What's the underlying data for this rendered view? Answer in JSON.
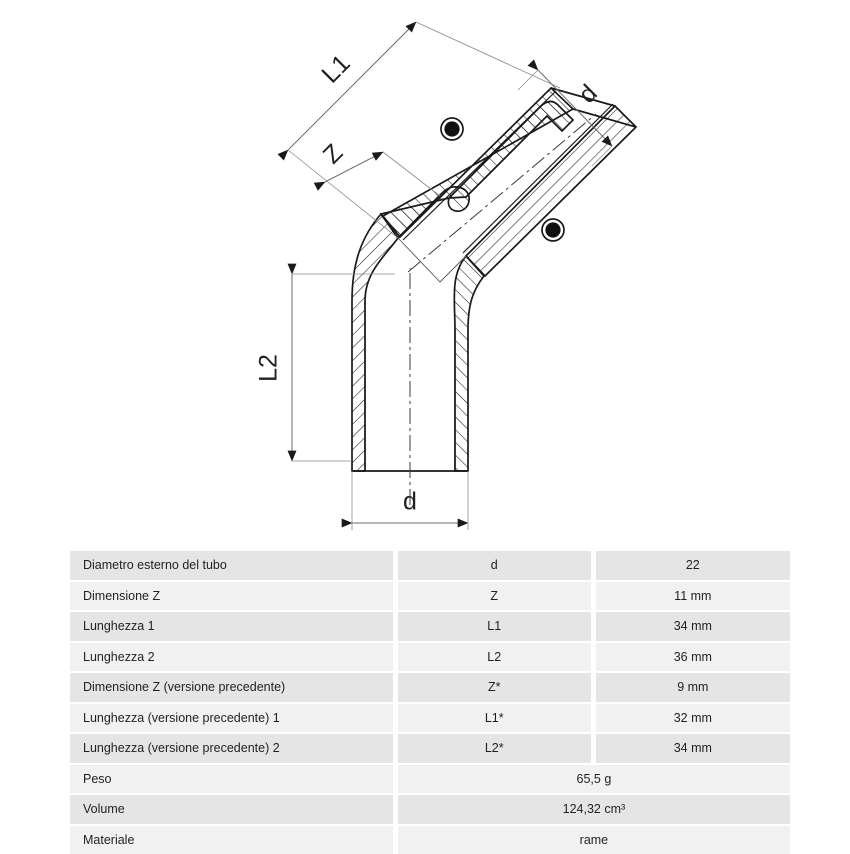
{
  "drawing": {
    "title": "45 degree press-fit copper elbow cross-section drawing",
    "labels": {
      "l1": "L1",
      "l2": "L2",
      "z": "Z",
      "d_top": "d",
      "d_bottom": "d"
    }
  },
  "table": {
    "rows": [
      {
        "label": "Diametro esterno del tubo",
        "symbol": "d",
        "value": "22",
        "merged": false
      },
      {
        "label": "Dimensione Z",
        "symbol": "Z",
        "value": "11 mm",
        "merged": false
      },
      {
        "label": "Lunghezza 1",
        "symbol": "L1",
        "value": "34 mm",
        "merged": false
      },
      {
        "label": "Lunghezza 2",
        "symbol": "L2",
        "value": "36 mm",
        "merged": false
      },
      {
        "label": "Dimensione Z (versione precedente)",
        "symbol": "Z*",
        "value": "9 mm",
        "merged": false
      },
      {
        "label": "Lunghezza (versione precedente) 1",
        "symbol": "L1*",
        "value": "32 mm",
        "merged": false
      },
      {
        "label": "Lunghezza (versione precedente) 2",
        "symbol": "L2*",
        "value": "34 mm",
        "merged": false
      },
      {
        "label": "Peso",
        "symbol": "",
        "value": "65,5 g",
        "merged": true
      },
      {
        "label": "Volume",
        "symbol": "",
        "value": "124,32 cm³",
        "merged": true
      },
      {
        "label": "Materiale",
        "symbol": "",
        "value": "rame",
        "merged": true
      }
    ]
  },
  "colors": {
    "row_odd_bg": "#e5e5e5",
    "row_even_bg": "#f1f1f1",
    "text": "#231f20",
    "line": "#1a1a1a",
    "dim_line": "#6e6e6e"
  }
}
